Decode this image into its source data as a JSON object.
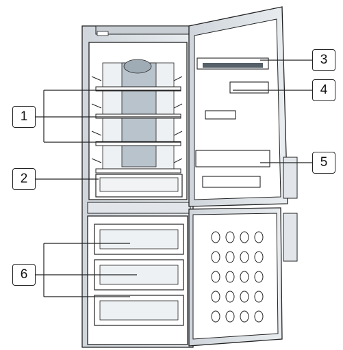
{
  "callouts": [
    {
      "id": "1",
      "label": "1"
    },
    {
      "id": "2",
      "label": "2"
    },
    {
      "id": "3",
      "label": "3"
    },
    {
      "id": "4",
      "label": "4"
    },
    {
      "id": "5",
      "label": "5"
    },
    {
      "id": "6",
      "label": "6"
    }
  ],
  "colors": {
    "outline": "#222222",
    "body": "#d9dde2",
    "interior": "#ffffff",
    "back_panel": "#b9c3cc"
  }
}
